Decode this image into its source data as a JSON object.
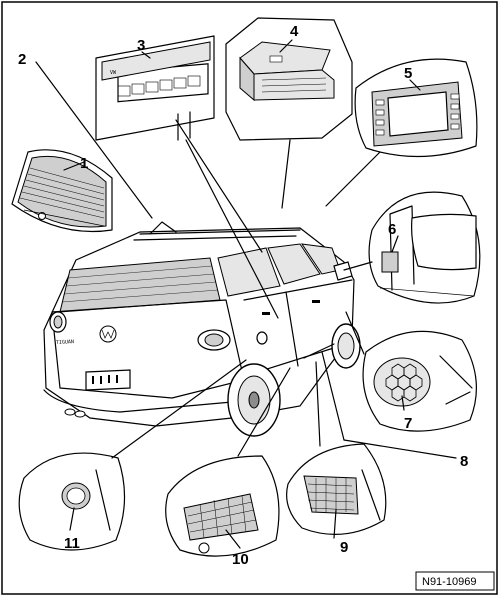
{
  "diagram": {
    "reference_number": "N91-10969",
    "callouts": [
      "1",
      "2",
      "3",
      "4",
      "5",
      "6",
      "7",
      "8",
      "9",
      "10",
      "11"
    ],
    "badge_text": "TIGUAN"
  }
}
